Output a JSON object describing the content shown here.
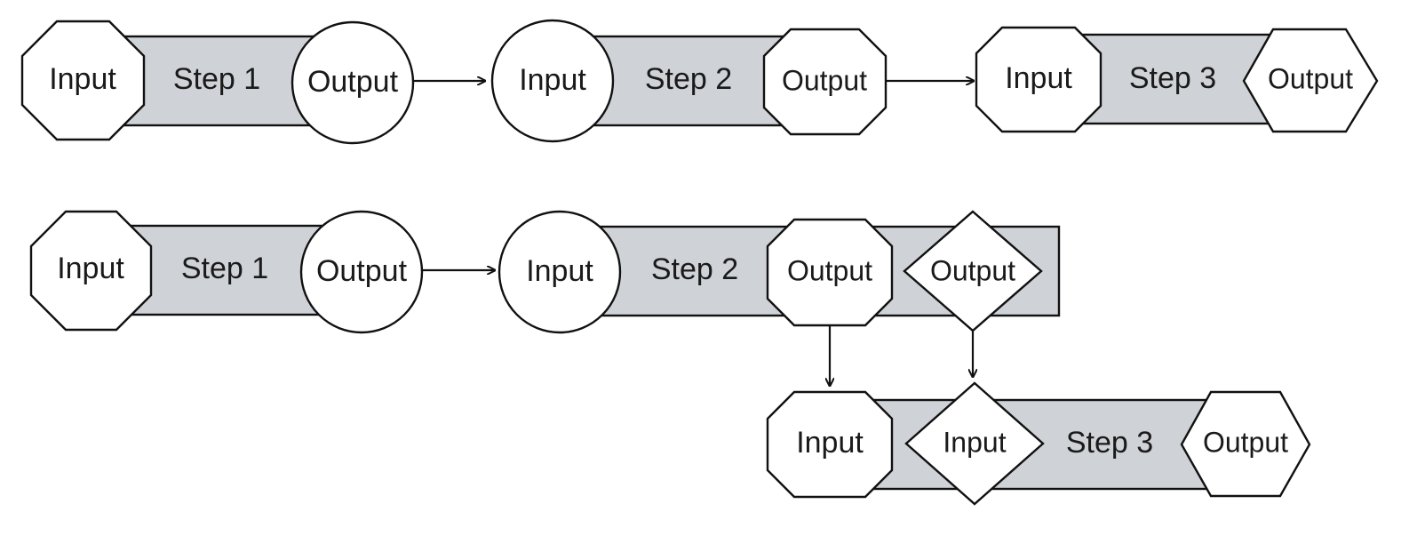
{
  "labels": {
    "input": "Input",
    "output": "Output",
    "step1": "Step 1",
    "step2": "Step 2",
    "step3": "Step 3"
  }
}
